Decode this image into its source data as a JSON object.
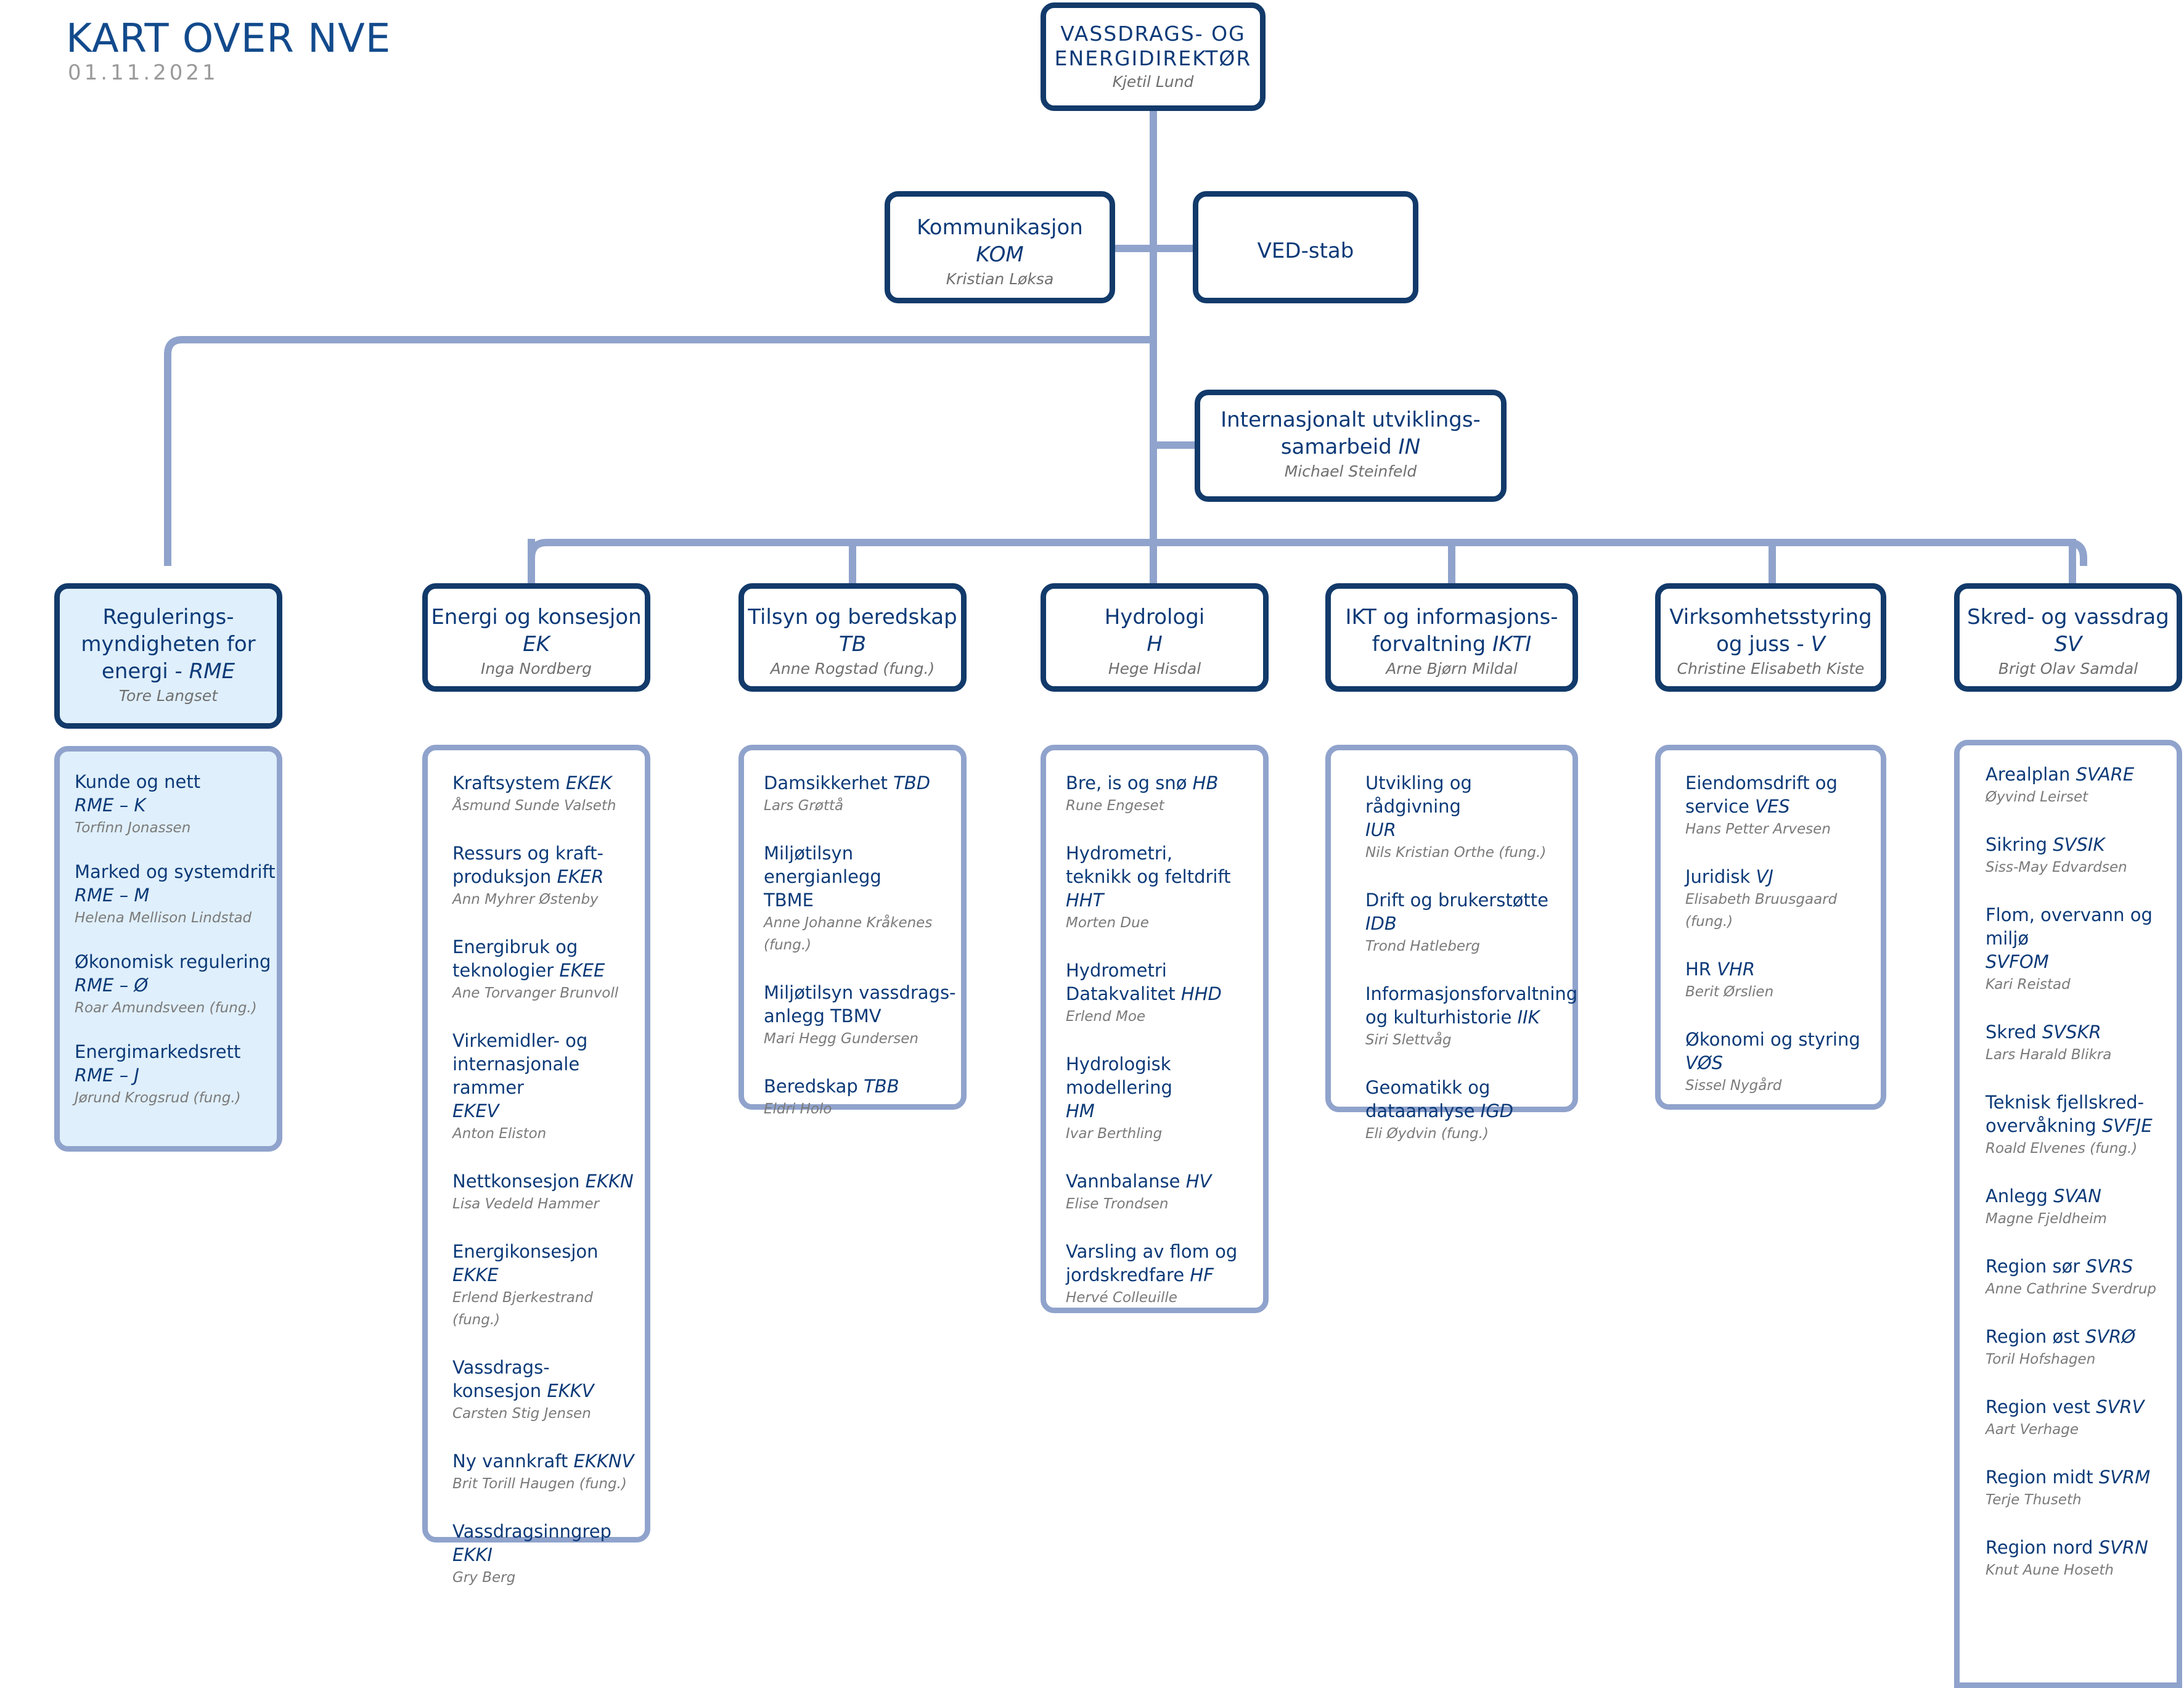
{
  "header": {
    "title": "KART OVER NVE",
    "date": "01.11.2021"
  },
  "director": {
    "title_line1": "VASSDRAGS- OG",
    "title_line2": "ENERGIDIREKTØR",
    "person": "Kjetil Lund"
  },
  "staff": {
    "kom": {
      "title": "Kommunikasjon",
      "code": "KOM",
      "person": "Kristian Løksa"
    },
    "ved": {
      "title": "VED-stab"
    },
    "in": {
      "title_line1": "Internasjonalt utviklings-",
      "title_line2": "samarbeid",
      "code": "IN",
      "person": "Michael Steinfeld"
    }
  },
  "rme": {
    "title_line1": "Regulerings-",
    "title_line2": "myndigheten for",
    "title_line3": "energi - ",
    "code": "RME",
    "person": "Tore Langset",
    "items": [
      {
        "line1": "Kunde og nett",
        "line2": "RME – K",
        "person": "Torfinn Jonassen"
      },
      {
        "line1": "Marked og systemdrift",
        "line2": "RME – M",
        "person": "Helena Mellison Lindstad"
      },
      {
        "line1": "Økonomisk regulering",
        "line2": "RME – Ø",
        "person": "Roar Amundsveen (fung.)"
      },
      {
        "line1": "Energimarkedsrett",
        "line2": "RME – J",
        "person": "Jørund Krogsrud (fung.)"
      }
    ]
  },
  "departments": [
    {
      "title": "Energi og konsesjon",
      "code": "EK",
      "person": "Inga Nordberg",
      "items": [
        {
          "line1": "Kraftsystem",
          "code": "EKEK",
          "person": "Åsmund Sunde Valseth"
        },
        {
          "line1": "Ressurs og kraft-",
          "line2": "produksjon",
          "code": "EKER",
          "person": "Ann Myhrer Østenby"
        },
        {
          "line1": "Energibruk og",
          "line2": "teknologier",
          "code": "EKEE",
          "person": "Ane Torvanger Brunvoll"
        },
        {
          "line1": "Virkemidler- og",
          "line2": "internasjonale rammer",
          "line3": "",
          "code": "EKEV",
          "person": "Anton Eliston"
        },
        {
          "line1": "Nettkonsesjon",
          "code": "EKKN",
          "person": "Lisa Vedeld Hammer"
        },
        {
          "line1": "Energikonsesjon",
          "code": "EKKE",
          "person": "Erlend Bjerkestrand (fung.)"
        },
        {
          "line1": "Vassdrags-",
          "line2": "konsesjon",
          "code": "EKKV",
          "person": "Carsten Stig Jensen"
        },
        {
          "line1": "Ny vannkraft",
          "code": "EKKNV",
          "person": "Brit Torill Haugen (fung.)"
        },
        {
          "line1": "Vassdragsinngrep",
          "code": "EKKI",
          "person": "Gry Berg"
        }
      ]
    },
    {
      "title": "Tilsyn og beredskap",
      "code": "TB",
      "person": "Anne Rogstad (fung.)",
      "items": [
        {
          "line1": "Damsikkerhet",
          "code": "TBD",
          "person": "Lars Grøttå"
        },
        {
          "line1": "Miljøtilsyn energianlegg",
          "line2": "TBME",
          "code": "",
          "person": "Anne Johanne Kråkenes (fung.)"
        },
        {
          "line1": "Miljøtilsyn vassdrags-",
          "line2": "anlegg TBMV",
          "code": "",
          "person": "Mari Hegg Gundersen"
        },
        {
          "line1": "Beredskap",
          "code": "TBB",
          "person": "Eldri Holo"
        }
      ]
    },
    {
      "title": "Hydrologi",
      "code": "H",
      "person": "Hege Hisdal",
      "items": [
        {
          "line1": "Bre, is og snø",
          "code": "HB",
          "person": "Rune Engeset"
        },
        {
          "line1": "Hydrometri,",
          "line2": "teknikk og feltdrift",
          "code": "HHT",
          "person": "Morten Due"
        },
        {
          "line1": "Hydrometri",
          "line2": "Datakvalitet",
          "code": "HHD",
          "person": "Erlend Moe"
        },
        {
          "line1": "Hydrologisk modellering",
          "line2": "",
          "code": "HM",
          "person": "Ivar Berthling"
        },
        {
          "line1": "Vannbalanse",
          "code": "HV",
          "person": "Elise Trondsen"
        },
        {
          "line1": "Varsling av flom og",
          "line2": "jordskredfare",
          "code": "HF",
          "person": "Hervé Colleuille"
        }
      ]
    },
    {
      "title": "IKT og informasjons-",
      "title2": "forvaltning",
      "code": "IKTI",
      "person": "Arne Bjørn Mildal",
      "items": [
        {
          "line1": "Utvikling og rådgivning",
          "line2": "",
          "code": "IUR",
          "person": "Nils Kristian Orthe (fung.)"
        },
        {
          "line1": "Drift og brukerstøtte",
          "code": "IDB",
          "person": "Trond Hatleberg"
        },
        {
          "line1": "Informasjonsforvaltning",
          "line2": "og kulturhistorie",
          "code": "IIK",
          "person": "Siri Slettvåg"
        },
        {
          "line1": "Geomatikk og",
          "line2": "dataanalyse ",
          "code": "IGD",
          "person": "Eli Øydvin (fung.)"
        }
      ]
    },
    {
      "title": "Virksomhetsstyring",
      "title2": "og juss - ",
      "code": "V",
      "person": "Christine Elisabeth Kiste",
      "items": [
        {
          "line1": "Eiendomsdrift og",
          "line2": "service",
          "code": "VES",
          "person": "Hans Petter Arvesen"
        },
        {
          "line1": "Juridisk",
          "code": "VJ",
          "person": "Elisabeth Bruusgaard (fung.)"
        },
        {
          "line1": "HR",
          "code": "VHR",
          "person": "Berit Ørslien"
        },
        {
          "line1": "Økonomi og styring",
          "code": "VØS",
          "person": "Sissel Nygård"
        }
      ]
    },
    {
      "title": "Skred- og vassdrag",
      "code": "SV",
      "person": "Brigt Olav Samdal",
      "items": [
        {
          "line1": "Arealplan",
          "code": "SVARE",
          "person": "Øyvind Leirset"
        },
        {
          "line1": "Sikring",
          "code": "SVSIK",
          "person": "Siss-May Edvardsen"
        },
        {
          "line1": "Flom, overvann og miljø",
          "line2": "",
          "code": "SVFOM",
          "person": "Kari Reistad"
        },
        {
          "line1": "Skred",
          "code": "SVSKR",
          "person": "Lars Harald Blikra"
        },
        {
          "line1": "Teknisk fjellskred-",
          "line2": "overvåkning",
          "code": "SVFJE",
          "person": "Roald Elvenes (fung.)"
        },
        {
          "line1": "Anlegg",
          "code": "SVAN",
          "person": "Magne Fjeldheim"
        },
        {
          "line1": "Region sør",
          "code": "SVRS",
          "person": "Anne Cathrine Sverdrup"
        },
        {
          "line1": "Region øst",
          "code": "SVRØ",
          "person": "Toril Hofshagen"
        },
        {
          "line1": "Region vest",
          "code": "SVRV",
          "person": "Aart Verhage"
        },
        {
          "line1": "Region midt",
          "code": "SVRM",
          "person": "Terje Thuseth"
        },
        {
          "line1": "Region nord",
          "code": "SVRN",
          "person": "Knut Aune Hoseth"
        }
      ]
    }
  ],
  "colors": {
    "dark_border": "#123a6a",
    "light_border": "#90a3cc",
    "connector": "#90a3cc",
    "rme_fill": "#dfeffb",
    "text": "#0c3a78"
  }
}
